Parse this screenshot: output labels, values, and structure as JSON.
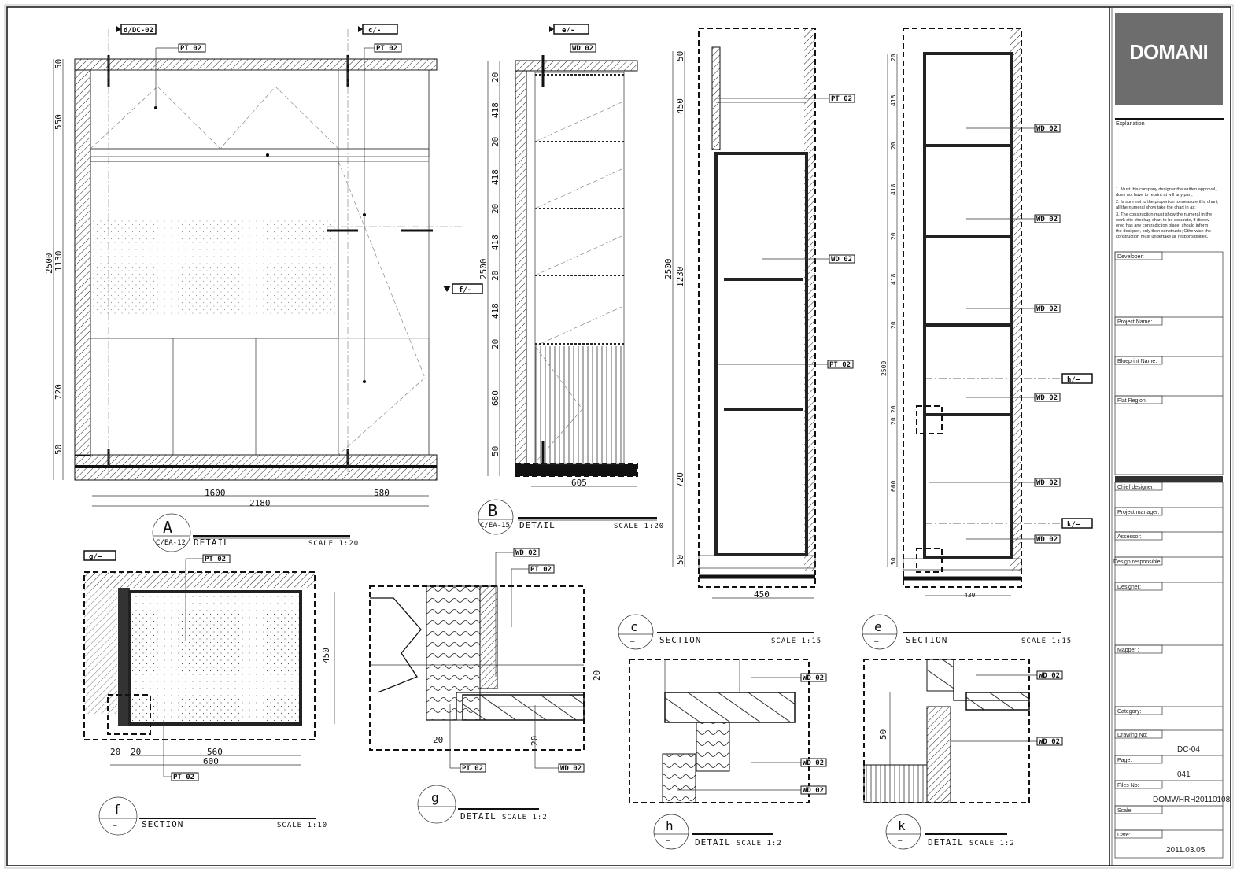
{
  "title_block": {
    "logo": "DOMANI",
    "explanation_label": "Explanation",
    "notes": [
      "1. Must this company designer the written approval,",
      "   does not have to reprint at will any part;",
      "2. Is sure not to the proportion to measure this chart,",
      "   all the numeral show take the chart in as;",
      "3. The construction must show the numeral in the",
      "   work site checkup chart to be accurate, if discov-",
      "   ered has any contradiction place, should inform",
      "   the designer, only then constructs; Otherwise the",
      "   construction must undertake all responsibilities."
    ],
    "fields": {
      "developer": "Developer:",
      "project_name": "Project Name:",
      "blueprint_name": "Blueprint Name:",
      "flat_region": "Flat Region:",
      "chief_designer": "Chief designer:",
      "project_manager": "Project manager:",
      "assessor": "Assessor:",
      "design_responsible": "Design responsible:",
      "designer": "Designer:",
      "mapper": "Mapper :",
      "category": "Category:",
      "drawing_no": "Drawing No:",
      "page": "Page:",
      "files_no": "Files No:",
      "scale": "Scale:",
      "date": "Date:"
    },
    "values": {
      "drawing_no": "DC-04",
      "page": "041",
      "files_no": "DOMWHRH20110108",
      "date": "2011.03.05"
    }
  },
  "views": {
    "A": {
      "id": "A",
      "ref": "C/EA-12",
      "title": "DETAIL",
      "scale": "SCALE 1:20",
      "tags": [
        "d/DC-02",
        "c/-",
        "f/-",
        "PT 02",
        "PT 02"
      ],
      "dims_v": [
        "50",
        "550",
        "1130",
        "720",
        "50",
        "2500"
      ],
      "dims_h": [
        "1600",
        "580",
        "2180"
      ]
    },
    "B": {
      "id": "B",
      "ref": "C/EA-15",
      "title": "DETAIL",
      "scale": "SCALE 1:20",
      "tags": [
        "e/-",
        "WD 02"
      ],
      "dims_v": [
        "20",
        "418",
        "20",
        "418",
        "20",
        "418",
        "20",
        "418",
        "20",
        "680",
        "50",
        "2500"
      ],
      "dims_h": [
        "605"
      ]
    },
    "c": {
      "id": "c",
      "ref": "—",
      "title": "SECTION",
      "scale": "SCALE 1:15",
      "tags": [
        "PT 02",
        "WD 02",
        "PT 02"
      ],
      "dims_v": [
        "50",
        "450",
        "1230",
        "720",
        "50",
        "2500"
      ],
      "dims_h": [
        "450"
      ]
    },
    "e": {
      "id": "e",
      "ref": "—",
      "title": "SECTION",
      "scale": "SCALE 1:15",
      "tags": [
        "WD 02",
        "WD 02",
        "WD 02",
        "WD 02",
        "WD 02",
        "WD 02",
        "h/—",
        "k/—"
      ],
      "dims_v": [
        "20",
        "418",
        "20",
        "418",
        "20",
        "418",
        "20",
        "20",
        "20",
        "660",
        "50",
        "2500"
      ],
      "dims_h": [
        "430"
      ]
    },
    "f": {
      "id": "f",
      "ref": "—",
      "title": "SECTION",
      "scale": "SCALE 1:10",
      "tags": [
        "g/—",
        "PT 02",
        "PT 02"
      ],
      "dims": [
        "450",
        "560",
        "600",
        "20",
        "20"
      ]
    },
    "g": {
      "id": "g",
      "ref": "—",
      "title": "DETAIL",
      "scale": "SCALE 1:2",
      "tags": [
        "WD 02",
        "PT 02",
        "PT 02",
        "WD 02"
      ],
      "dims": [
        "20",
        "20",
        "20"
      ]
    },
    "h": {
      "id": "h",
      "ref": "—",
      "title": "DETAIL",
      "scale": "SCALE 1:2",
      "tags": [
        "WD 02",
        "WD 02",
        "WD 02"
      ]
    },
    "k": {
      "id": "k",
      "ref": "—",
      "title": "DETAIL",
      "scale": "SCALE 1:2",
      "tags": [
        "WD 02",
        "WD 02"
      ],
      "dims": [
        "50"
      ]
    }
  }
}
